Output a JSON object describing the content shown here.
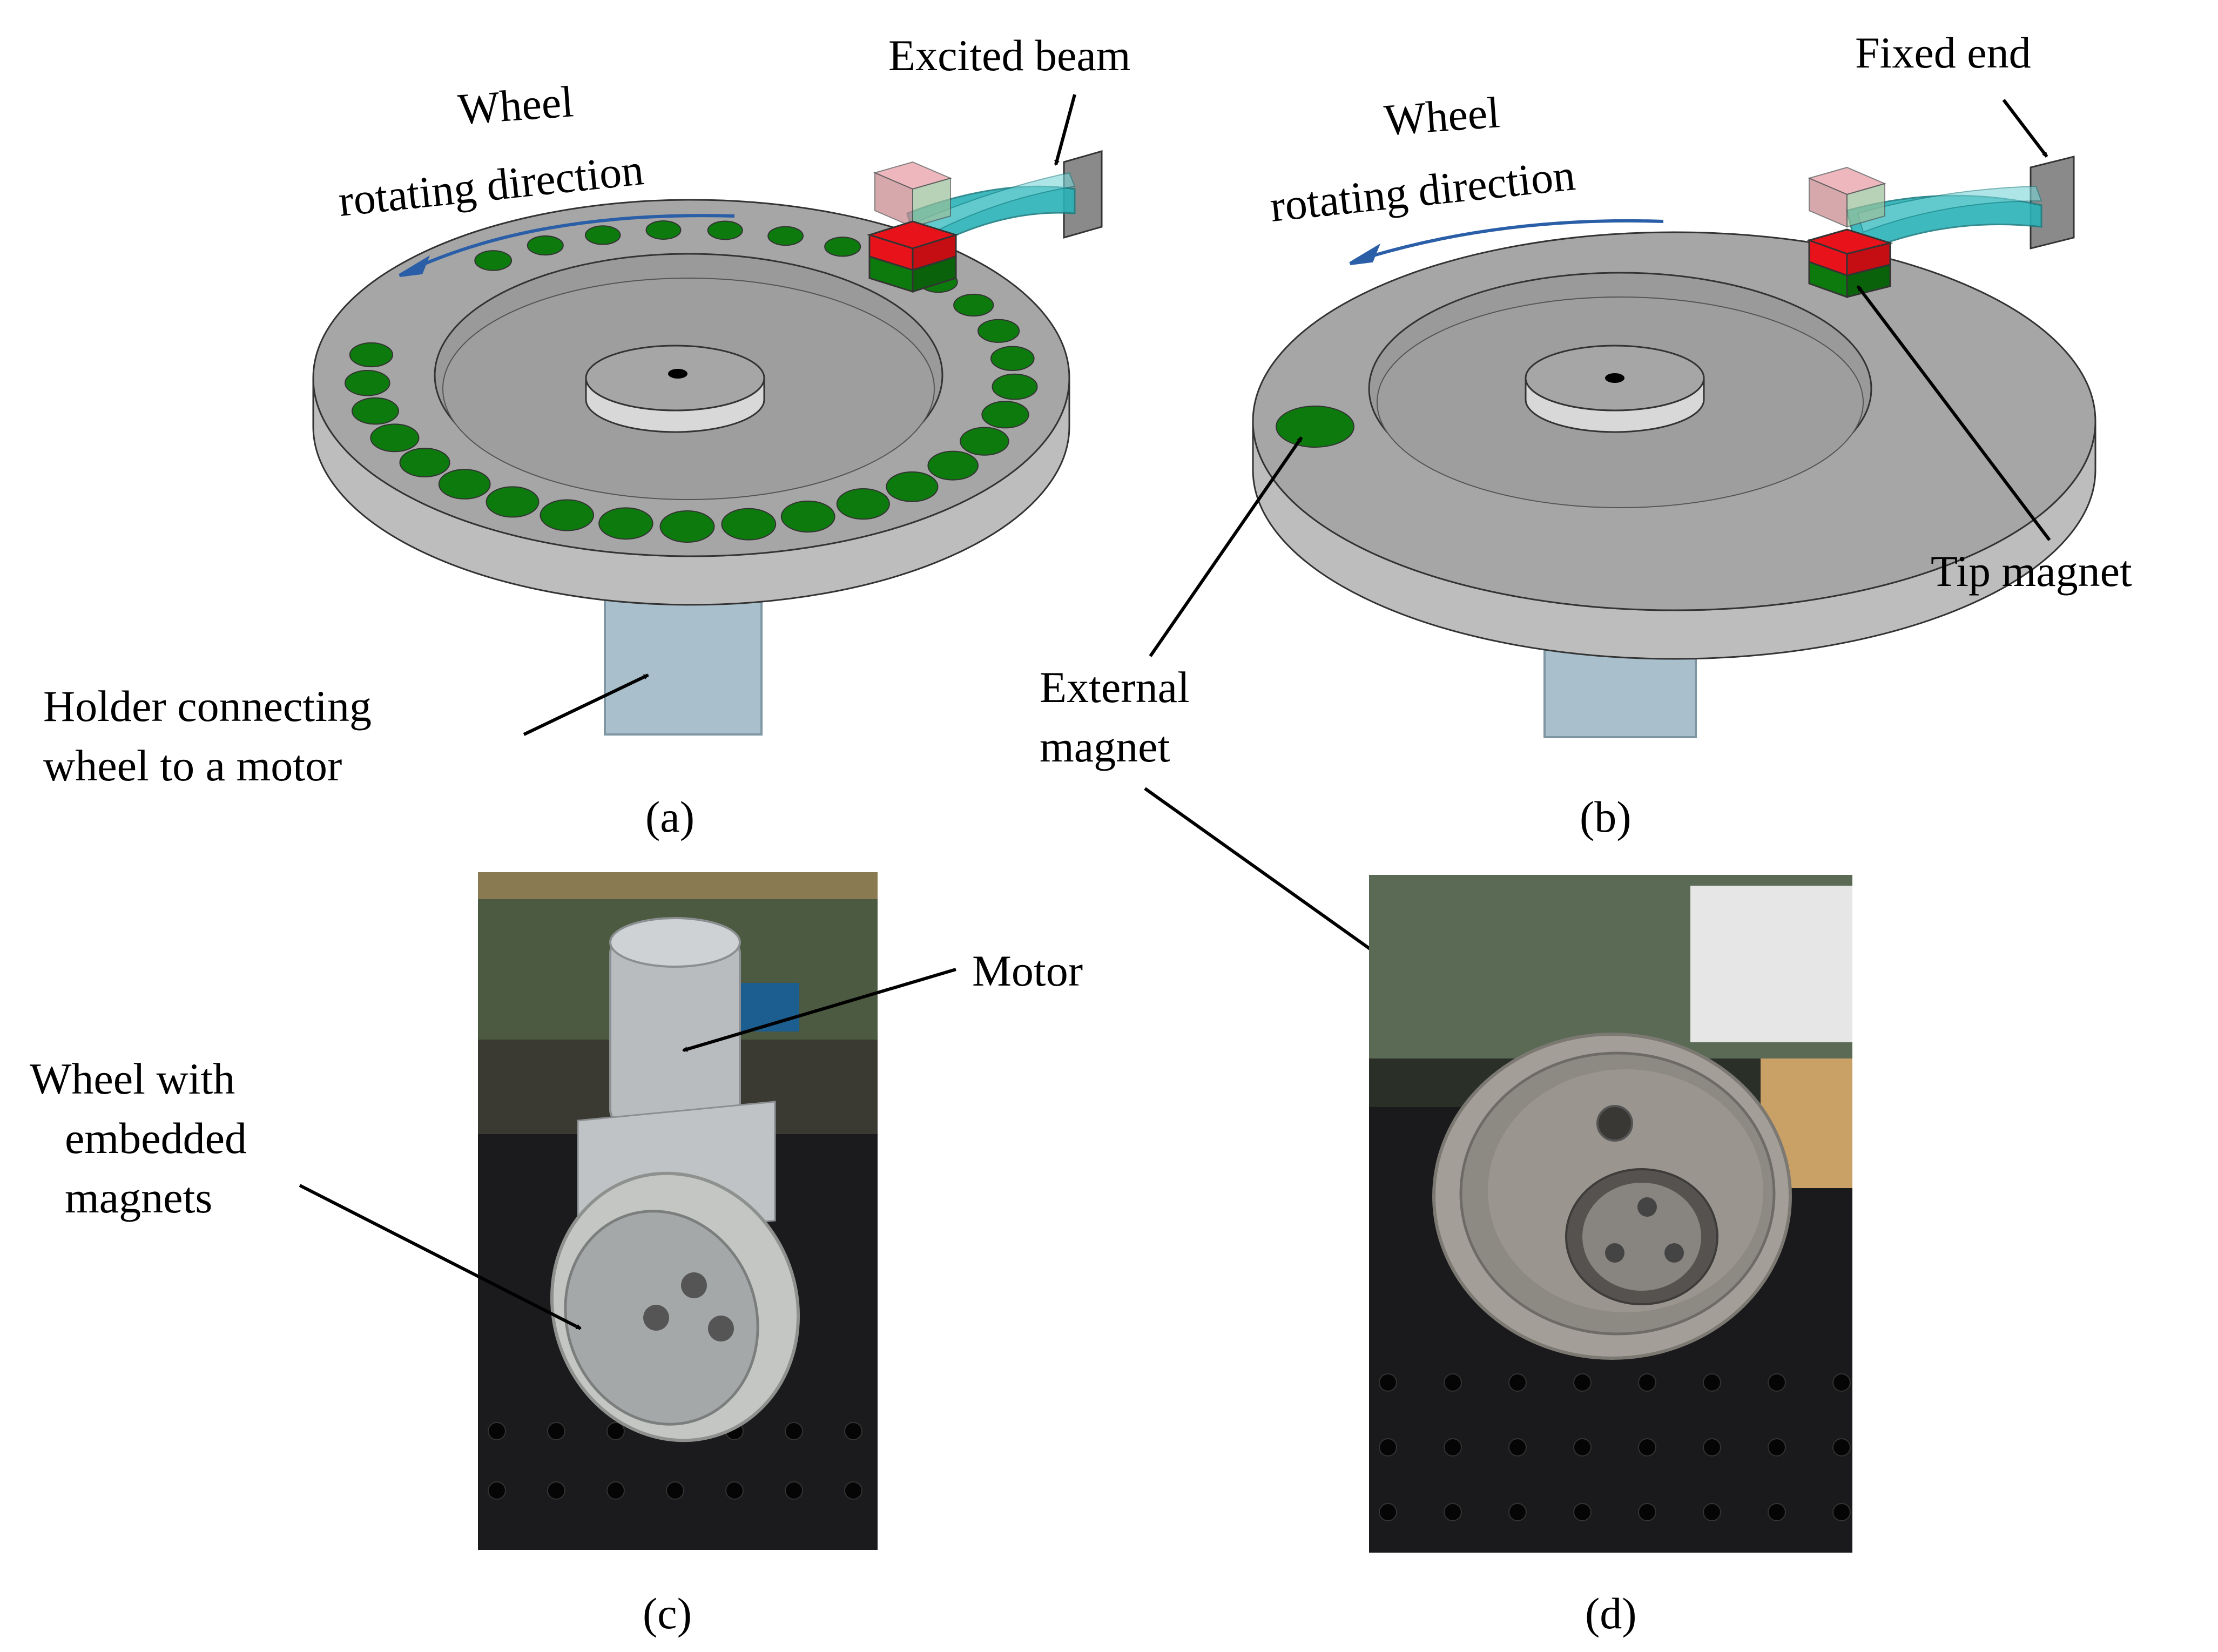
{
  "panels": {
    "a": {
      "caption": "(a)",
      "rotation_label_line1": "Wheel",
      "rotation_label_line2": "rotating direction",
      "beam_label": "Excited beam",
      "holder_label_line1": "Holder connecting",
      "holder_label_line2": "wheel to a motor"
    },
    "b": {
      "caption": "(b)",
      "rotation_label_line1": "Wheel",
      "rotation_label_line2": "rotating direction",
      "fixed_end_label": "Fixed end",
      "tip_magnet_label": "Tip magnet",
      "external_magnet_label_line1": "External",
      "external_magnet_label_line2": "magnet"
    },
    "c": {
      "caption": "(c)",
      "motor_label": "Motor",
      "wheel_label_line1": "Wheel with",
      "wheel_label_line2": "embedded",
      "wheel_label_line3": "magnets"
    },
    "d": {
      "caption": "(d)"
    }
  },
  "colors": {
    "wheel_gray": "#a6a6a6",
    "magnet_green": "#0d7a0d",
    "magnet_red": "#e8121a",
    "beam_cyan": "#2ab3b8",
    "holder_blue": "#a9bfcc",
    "arrow_blue": "#2a5fa8"
  }
}
